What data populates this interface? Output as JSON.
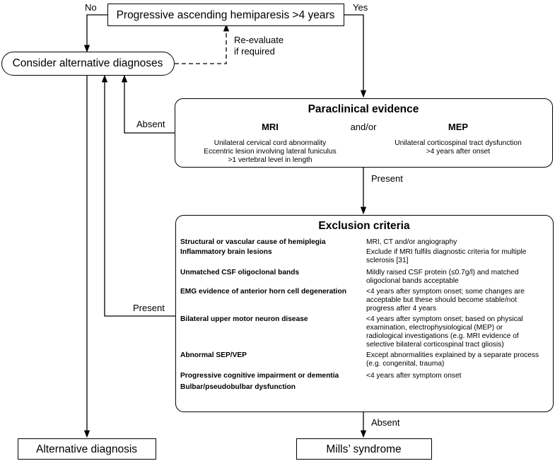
{
  "start_box": "Progressive ascending hemiparesis >4 years",
  "branch_no": "No",
  "branch_yes": "Yes",
  "alt_dx_box": "Consider alternative diagnoses",
  "reevaluate": [
    "Re-evaluate",
    "if required"
  ],
  "paraclinical": {
    "title": "Paraclinical evidence",
    "mri_heading": "MRI",
    "connector": "and/or",
    "mep_heading": "MEP",
    "mri_lines": [
      "Unilateral cervical cord abnormality",
      "Eccentric lesion involving lateral funiculus",
      ">1 vertebral level in length"
    ],
    "mep_lines": [
      "Unilateral corticospinal tract dysfunction",
      ">4 years after onset"
    ]
  },
  "absent_label_1": "Absent",
  "present_label_1": "Present",
  "present_label_2": "Present",
  "absent_label_2": "Absent",
  "exclusion": {
    "title": "Exclusion criteria",
    "rows": [
      {
        "criterion": "Structural or vascular cause of hemiplegia",
        "note": [
          "MRI, CT and/or angiography"
        ]
      },
      {
        "criterion": "Inflammatory brain lesions",
        "note": [
          "Exclude if MRI fulfils diagnostic criteria for multiple",
          "sclerosis [31]"
        ]
      },
      {
        "criterion": "Unmatched CSF oligoclonal bands",
        "note": [
          "Mildly raised CSF protein (≤0.7g/l) and matched",
          "oligoclonal bands acceptable"
        ]
      },
      {
        "criterion": "EMG evidence of anterior horn cell degeneration",
        "note": [
          "<4 years after symptom onset; some changes are",
          "acceptable but these should become stable/not",
          "progress after 4 years"
        ]
      },
      {
        "criterion": "Bilateral upper motor neuron disease",
        "note": [
          "<4 years after symptom onset; based on physical",
          "examination, electrophysiological (MEP) or",
          "radiological investigations (e.g. MRI evidence of",
          "selective bilateral corticospinal tract gliosis)"
        ]
      },
      {
        "criterion": "Abnormal SEP/VEP",
        "note": [
          "Except abnormalities explained by a separate process",
          "(e.g. congenital, trauma)"
        ]
      },
      {
        "criterion": "Progressive cognitive impairment or dementia",
        "note": [
          "<4 years after symptom onset"
        ]
      },
      {
        "criterion": "Bulbar/pseudobulbar dysfunction",
        "note": []
      }
    ]
  },
  "alternative_dx_box": "Alternative diagnosis",
  "mills_box": "Mills’ syndrome"
}
